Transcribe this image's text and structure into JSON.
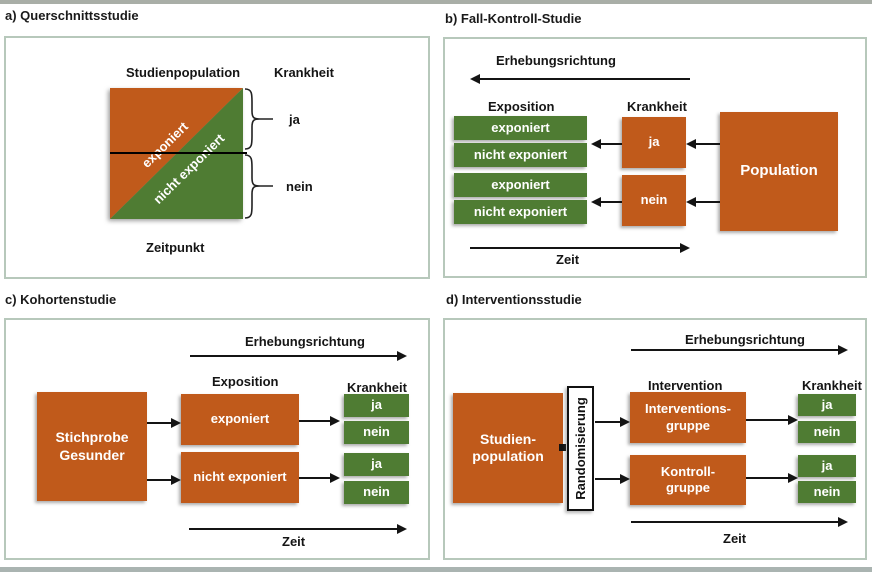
{
  "colors": {
    "orange": "#c05a1b",
    "green": "#4f7c33",
    "panel_border": "#b7c8bb",
    "top_strip": "#a9aea7",
    "bottom_strip": "#aab4b1"
  },
  "panels": {
    "a": {
      "title": "a) Querschnittsstudie",
      "population_label": "Studienpopulation",
      "disease_label": "Krankheit",
      "exposed_label": "exponiert",
      "not_exposed_label": "nicht exponiert",
      "yes_label": "ja",
      "no_label": "nein",
      "time_label": "Zeitpunkt"
    },
    "b": {
      "title": "b) Fall-Kontroll-Studie",
      "direction_label": "Erhebungsrichtung",
      "exposition_header": "Exposition",
      "disease_header": "Krankheit",
      "exposure_boxes": [
        "exponiert",
        "nicht exponiert",
        "exponiert",
        "nicht exponiert"
      ],
      "case_box": "ja",
      "control_box": "nein",
      "population_label": "Population",
      "time_label": "Zeit"
    },
    "c": {
      "title": "c) Kohortenstudie",
      "direction_label": "Erhebungsrichtung",
      "exposition_header": "Exposition",
      "disease_header": "Krankheit",
      "sample_lines": [
        "Stichprobe",
        "Gesunder"
      ],
      "exposure_boxes": [
        "exponiert",
        "nicht exponiert"
      ],
      "disease_boxes": [
        "ja",
        "nein",
        "ja",
        "nein"
      ],
      "time_label": "Zeit"
    },
    "d": {
      "title": "d) Interventionsstudie",
      "direction_label": "Erhebungsrichtung",
      "intervention_header": "Intervention",
      "disease_header": "Krankheit",
      "population_lines": [
        "Studien-",
        "population"
      ],
      "randomization_label": "Randomisierung",
      "group_lines": [
        [
          "Interventions-",
          "gruppe"
        ],
        [
          "Kontroll-",
          "gruppe"
        ]
      ],
      "disease_boxes": [
        "ja",
        "nein",
        "ja",
        "nein"
      ],
      "time_label": "Zeit"
    }
  }
}
